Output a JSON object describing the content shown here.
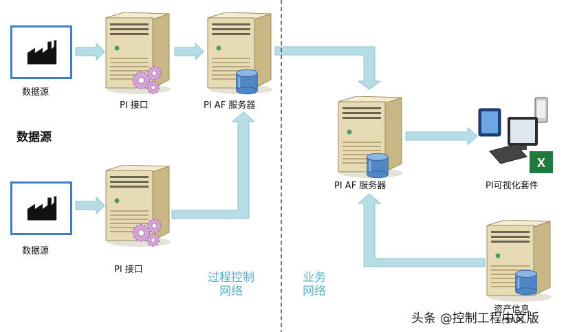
{
  "diagram": {
    "source_label_left": "数据源",
    "source_box_label": "数据源",
    "pi_interface_label": "PI 接口",
    "pi_af_server_label": "PI AF 服务器",
    "visualization_label": "PI可视化套件",
    "asset_info_label": "资产信息",
    "asset_info_sub": "（SAP）",
    "process_network_line1": "过程控制",
    "process_network_line2": "网络",
    "business_network_line1": "业务",
    "business_network_line2": "网络",
    "watermark": "头条 @控制工程中文版"
  },
  "colors": {
    "arrow": "#b6dde6",
    "arrow_stroke": "#8ec3d0",
    "network_text": "#5fb1c8",
    "source_border": "#3d7fc0",
    "server_body": "#e7dbb6",
    "server_shade": "#c9b886",
    "gear": "#d6a3d8",
    "db": "#4f86c6"
  }
}
